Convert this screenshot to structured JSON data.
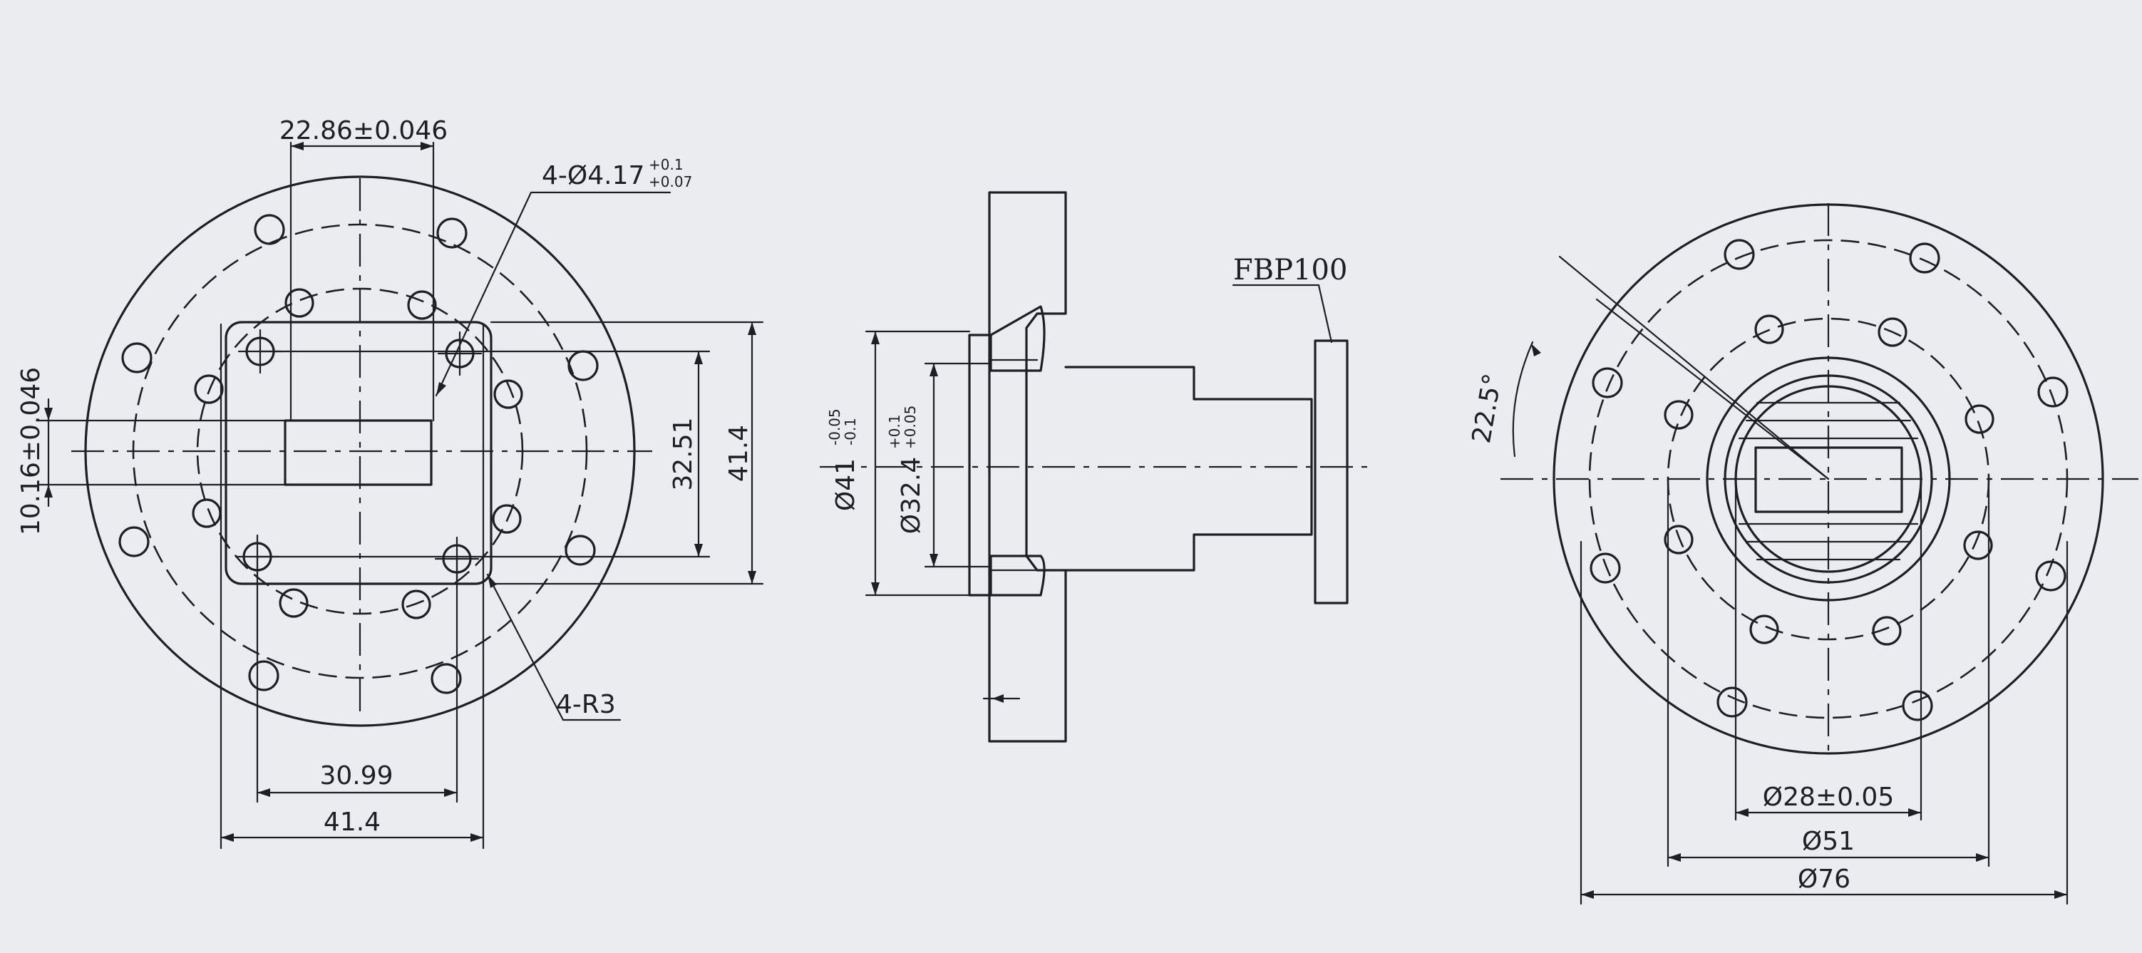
{
  "drawing": {
    "front_view": {
      "dim_top_width": "22.86±0.046",
      "dim_holes_base": "4-Ø4.17",
      "dim_holes_tol_upper": "+0.1",
      "dim_holes_tol_lower": "+0.07",
      "dim_side_height": "10.16±0.046",
      "dim_inner_height": "32.51",
      "dim_outer_height": "41.4",
      "dim_corner_radius": "4-R3",
      "dim_bottom_inner": "30.99",
      "dim_bottom_outer": "41.4"
    },
    "side_view": {
      "dim_outer_dia_base": "Ø41",
      "dim_outer_dia_tol_upper": "-0.05",
      "dim_outer_dia_tol_lower": "-0.1",
      "dim_inner_dia_base": "Ø32.4",
      "dim_inner_dia_tol_upper": "+0.1",
      "dim_inner_dia_tol_lower": "+0.05",
      "flange_label": "FBP100"
    },
    "rear_view": {
      "dim_angle": "22.5°",
      "dim_dia_small": "Ø28±0.05",
      "dim_dia_mid": "Ø51",
      "dim_dia_large": "Ø76"
    }
  }
}
